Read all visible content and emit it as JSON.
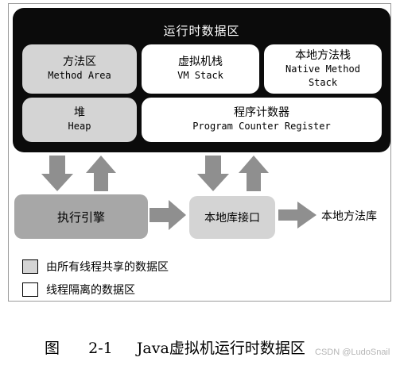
{
  "runtime_area": {
    "title": "运行时数据区",
    "method_area": {
      "zh": "方法区",
      "en": "Method Area"
    },
    "vm_stack": {
      "zh": "虚拟机栈",
      "en": "VM Stack"
    },
    "native_method_stack": {
      "zh": "本地方法栈",
      "en_line1": "Native Method",
      "en_line2": "Stack"
    },
    "heap": {
      "zh": "堆",
      "en": "Heap"
    },
    "pc_register": {
      "zh": "程序计数器",
      "en": "Program Counter Register"
    }
  },
  "execution_engine": "执行引擎",
  "native_interface": "本地库接口",
  "native_library": "本地方法库",
  "legend": {
    "shared": "由所有线程共享的数据区",
    "isolated": "线程隔离的数据区"
  },
  "caption": {
    "figure": "图",
    "number": "2-1",
    "text": "Java虚拟机运行时数据区"
  },
  "watermark": "CSDN @LudoSnail",
  "colors": {
    "runtime_bg": "#0b0b0b",
    "shared": "#d4d4d4",
    "engine": "#a7a7a7",
    "arrow": "#8f8f8f"
  }
}
